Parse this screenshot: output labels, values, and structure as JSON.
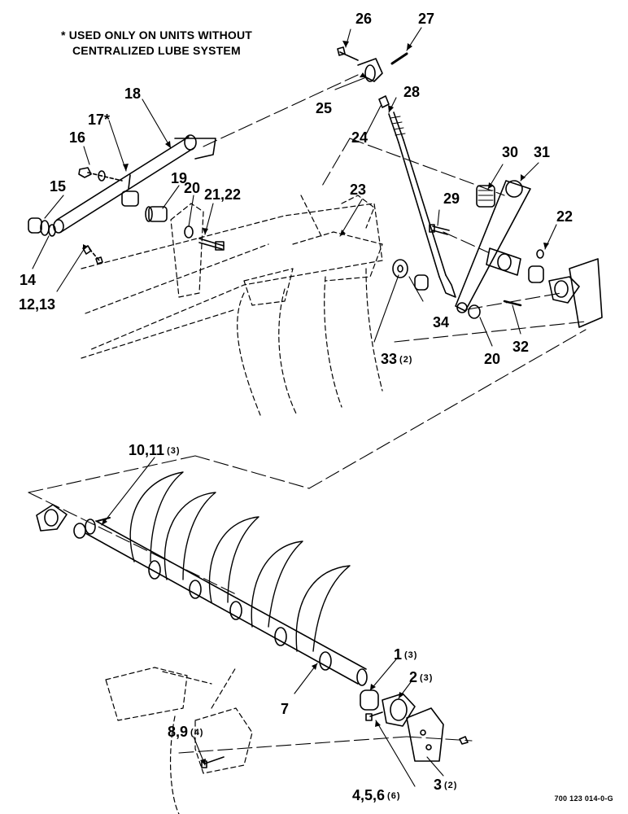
{
  "note": {
    "line1": "* USED ONLY ON UNITS WITHOUT",
    "line2": "CENTRALIZED LUBE SYSTEM"
  },
  "callouts": {
    "c1": {
      "label": "1",
      "qty": "(3)"
    },
    "c2": {
      "label": "2",
      "qty": "(3)"
    },
    "c3": {
      "label": "3",
      "qty": "(2)"
    },
    "c456": {
      "label": "4,5,6",
      "qty": "(6)"
    },
    "c7": {
      "label": "7"
    },
    "c89": {
      "label": "8,9",
      "qty": "(4)"
    },
    "c1011": {
      "label": "10,11",
      "qty": "(3)"
    },
    "c1213": {
      "label": "12,13"
    },
    "c14": {
      "label": "14"
    },
    "c15": {
      "label": "15"
    },
    "c16": {
      "label": "16"
    },
    "c17": {
      "label": "17*"
    },
    "c18": {
      "label": "18"
    },
    "c19": {
      "label": "19"
    },
    "c20a": {
      "label": "20"
    },
    "c2122": {
      "label": "21,22"
    },
    "c22": {
      "label": "22"
    },
    "c23": {
      "label": "23"
    },
    "c24": {
      "label": "24"
    },
    "c25": {
      "label": "25"
    },
    "c26": {
      "label": "26"
    },
    "c27": {
      "label": "27"
    },
    "c28": {
      "label": "28"
    },
    "c29": {
      "label": "29"
    },
    "c30": {
      "label": "30"
    },
    "c31": {
      "label": "31"
    },
    "c32": {
      "label": "32"
    },
    "c33": {
      "label": "33",
      "qty": "(2)"
    },
    "c34": {
      "label": "34"
    },
    "c20b": {
      "label": "20"
    }
  },
  "drawing_id": "700 123 014-0-G"
}
